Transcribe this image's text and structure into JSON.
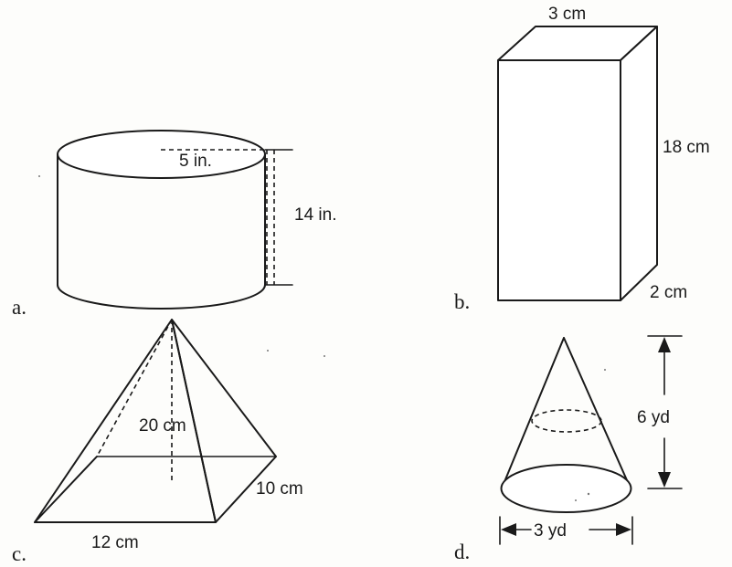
{
  "figures": {
    "a": {
      "letter": "a.",
      "radius_label": "5 in.",
      "height_label": "14 in."
    },
    "b": {
      "letter": "b.",
      "top_label": "3 cm",
      "height_label": "18 cm",
      "depth_label": "2 cm"
    },
    "c": {
      "letter": "c.",
      "height_label": "20 cm",
      "base_width_label": "12 cm",
      "base_depth_label": "10 cm"
    },
    "d": {
      "letter": "d.",
      "height_label": "6 yd",
      "diameter_label": "3 yd"
    }
  }
}
